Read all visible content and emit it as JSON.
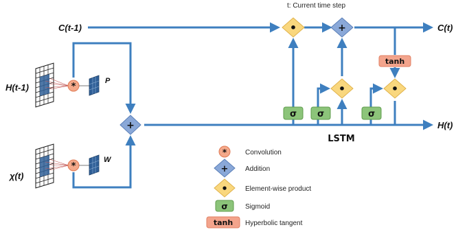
{
  "note": "t: Current time step",
  "signals": {
    "c_prev": "C(t-1)",
    "c_next": "C(t)",
    "h_prev": "H(t-1)",
    "h_next": "H(t)",
    "x_in": "χ(t)"
  },
  "kernels": {
    "p": "P",
    "w": "W"
  },
  "block_label": "LSTM",
  "symbols": {
    "conv": "*",
    "add": "+",
    "mul": "•",
    "sigmoid": "σ",
    "tanh": "tanh"
  },
  "legend": [
    {
      "shape": "circle",
      "symbol": "*",
      "label": "Convolution"
    },
    {
      "shape": "diamond-blue",
      "symbol": "+",
      "label": "Addition"
    },
    {
      "shape": "diamond-yellow",
      "symbol": "•",
      "label": "Element-wise product"
    },
    {
      "shape": "box-green",
      "symbol": "σ",
      "label": "Sigmoid"
    },
    {
      "shape": "box-orange",
      "symbol": "tanh",
      "label": "Hyperbolic tangent"
    }
  ],
  "colors": {
    "line": "#3e7fbf",
    "line_dark": "#2f6aa3",
    "conv_fill": "#f4a98a",
    "add_fill": "#8aa8d8",
    "mul_fill": "#f9d77e",
    "sigmoid_fill": "#8cc47a",
    "tanh_fill": "#f3a48c",
    "grid_fill": "#2f5f97"
  }
}
